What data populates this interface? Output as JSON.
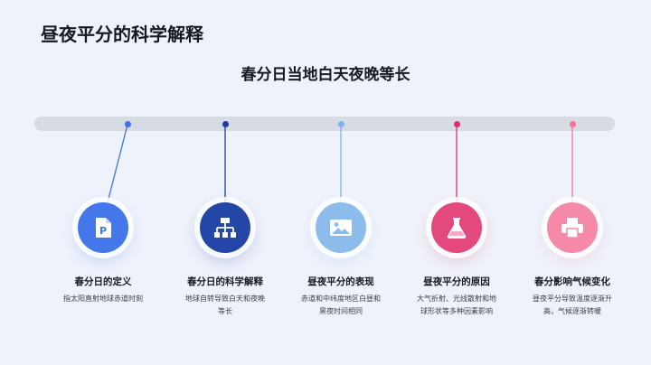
{
  "page_title": "昼夜平分的科学解释",
  "subtitle": "春分日当地白天夜晚等长",
  "items": [
    {
      "title": "春分日的定义",
      "desc": "指太阳直射地球赤道时刻",
      "icon": "document-p-icon",
      "color": "#3f72e8",
      "circle": "#4478ea"
    },
    {
      "title": "春分日的科学解释",
      "desc": "地球自转导致白天和夜晚等长",
      "icon": "flowchart-icon",
      "color": "#1e3d9e",
      "circle": "#2446a6"
    },
    {
      "title": "昼夜平分的表现",
      "desc": "赤道和中纬度地区白昼和黑夜时间相同",
      "icon": "image-icon",
      "color": "#7fb3ea",
      "circle": "#8cbcec"
    },
    {
      "title": "昼夜平分的原因",
      "desc": "大气折射、光线散射和地球形状等多种因素影响",
      "icon": "flask-icon",
      "color": "#d9306e",
      "circle": "#e3487f"
    },
    {
      "title": "春分影响气候变化",
      "desc": "昼夜平分导致温度逐渐升高，气候逐渐转暖",
      "icon": "printer-icon",
      "color": "#f07496",
      "circle": "#f48aa8"
    }
  ]
}
